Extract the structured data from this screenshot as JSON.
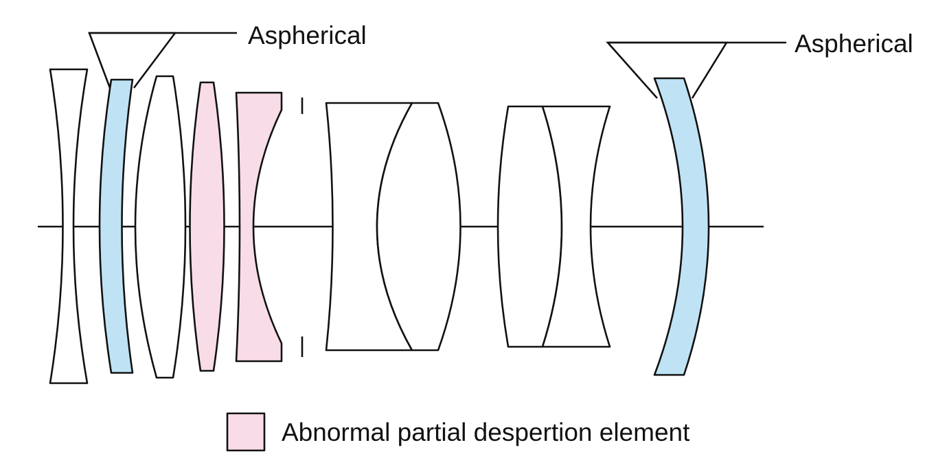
{
  "labels": {
    "aspherical_left": "Aspherical",
    "aspherical_right": "Aspherical"
  },
  "legend": {
    "text": "Abnormal partial despertion element",
    "swatch_color": "#f8dce8"
  },
  "colors": {
    "aspherical_element": "#bfe3f5",
    "abnormal_dispersion_element": "#f8dce8",
    "standard_element": "#ffffff",
    "outline": "#111111"
  }
}
